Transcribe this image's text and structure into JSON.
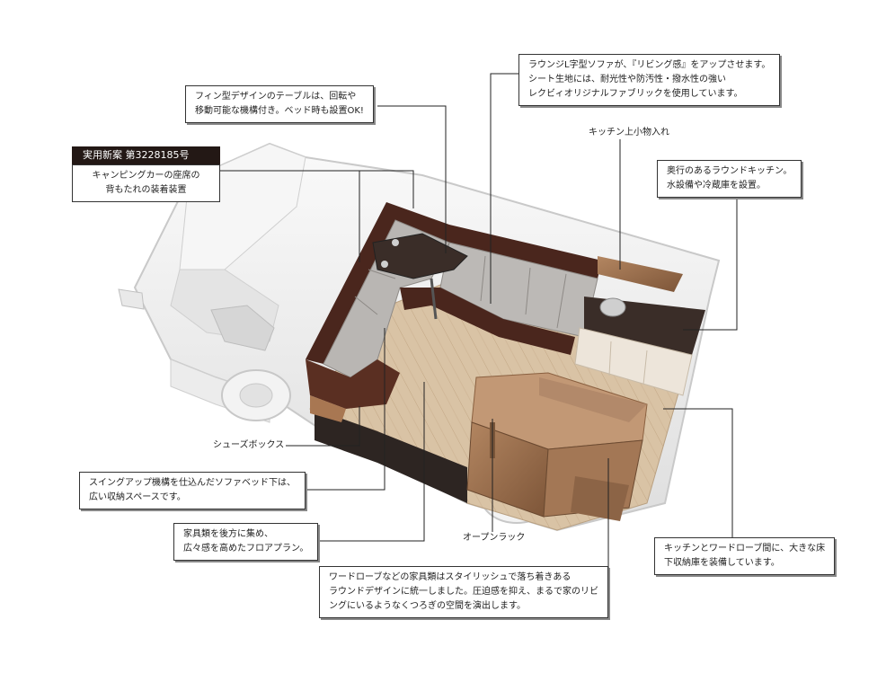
{
  "patent": {
    "heading": "実用新案 第3228185号",
    "lines": [
      "キャンピングカーの座席の",
      "背もたれの装着装置"
    ]
  },
  "callouts": {
    "table": [
      "フィン型デザインのテーブルは、回転や",
      "移動可能な機構付き。ベッド時も設置OK!"
    ],
    "sofa": [
      "ラウンジL字型ソファが、『リビング感』をアップさせます。",
      "シート生地には、耐光性や防汚性・撥水性の強い",
      "レクビィオリジナルファブリックを使用しています。"
    ],
    "kitchen": [
      "奥行のあるラウンドキッチン。",
      "水設備や冷蔵庫を設置。"
    ],
    "swing": [
      "スイングアップ機構を仕込んだソファベッド下は、",
      "広い収納スペースです。"
    ],
    "floor": [
      "家具類を後方に集め、",
      "広々感を高めたフロアプラン。"
    ],
    "wardrobe": [
      "ワードローブなどの家具類はスタイリッシュで落ち着きある",
      "ラウンドデザインに統一しました。圧迫感を抑え、まるで家のリビ",
      "ングにいるようなくつろぎの空間を演出します。"
    ],
    "underfloor": [
      "キッチンとワードローブ間に、大きな床",
      "下収納庫を装備しています。"
    ]
  },
  "labels": {
    "kitchen_top": "キッチン上小物入れ",
    "shoe_box": "シューズボックス",
    "open_rack": "オープンラック"
  },
  "colors": {
    "vehicle": "#f1f1f1",
    "frame_wood": "#4a261d",
    "sofa_fabric": "#b9b6b3",
    "floor_wood": "#d8c2a4",
    "furniture_wood": "#9c7252",
    "counter": "#3a2d28",
    "patent_bg": "#231815"
  }
}
